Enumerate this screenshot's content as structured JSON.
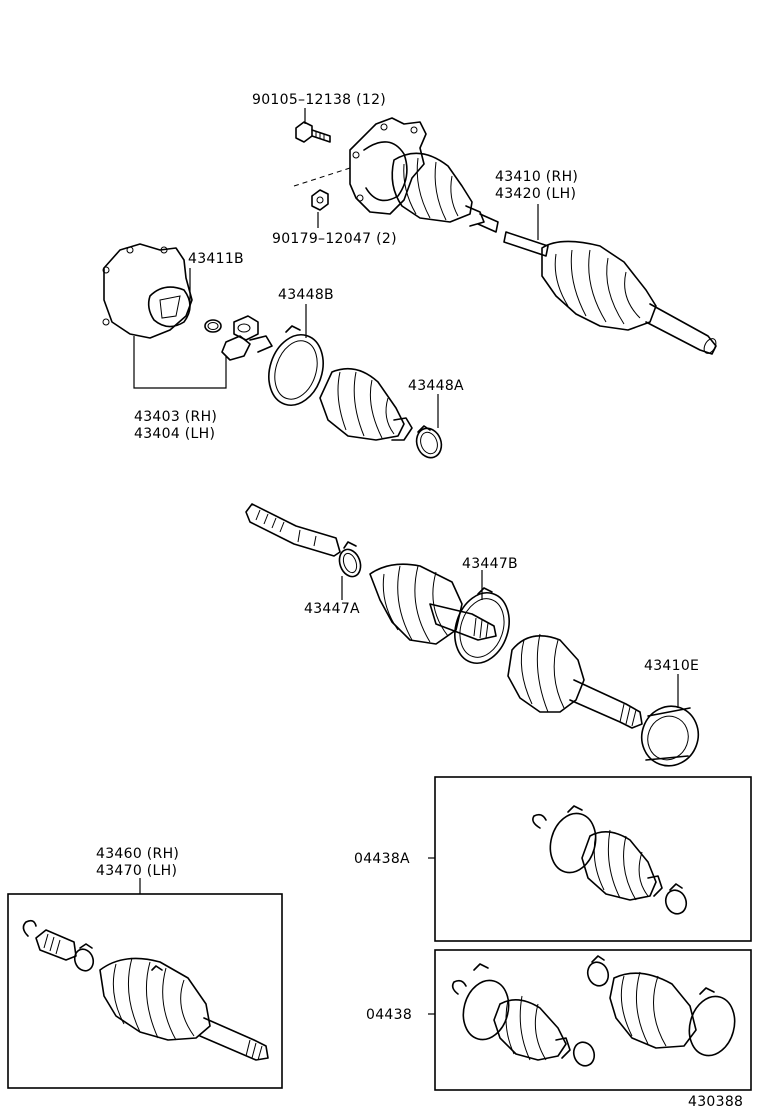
{
  "labels": {
    "bolt": "90105–12138 (12)",
    "nut": "90179–12047 (2)",
    "shaft_rh": "43410 (RH)",
    "shaft_lh": "43420 (LH)",
    "joint_part": "43411B",
    "boot_clamp_b1": "43448B",
    "boot_clamp_a1": "43448A",
    "inboard_rh": "43403 (RH)",
    "inboard_lh": "43404 (LH)",
    "boot_clamp_b2": "43447B",
    "boot_clamp_a2": "43447A",
    "outboard_joint": "43410E",
    "outboard_rh": "43460 (RH)",
    "outboard_lh": "43470 (LH)",
    "boot_kit_a": "04438A",
    "boot_kit": "04438",
    "figure_number": "430388"
  }
}
